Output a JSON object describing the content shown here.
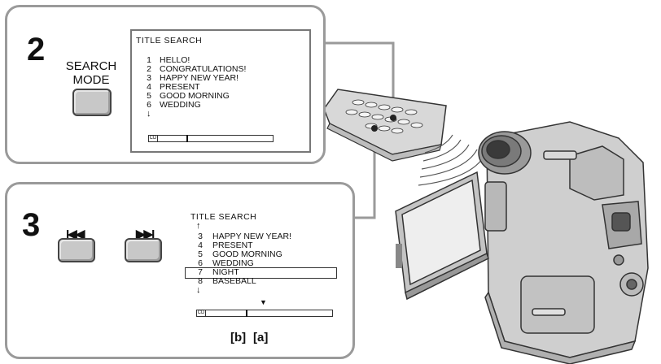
{
  "step2": {
    "number": "2",
    "button_label_line1": "SEARCH",
    "button_label_line2": "MODE",
    "screen": {
      "title": "TITLE SEARCH",
      "items": [
        {
          "num": "1",
          "text": "HELLO!"
        },
        {
          "num": "2",
          "text": "CONGRATULATIONS!"
        },
        {
          "num": "3",
          "text": "HAPPY NEW YEAR!"
        },
        {
          "num": "4",
          "text": "PRESENT"
        },
        {
          "num": "5",
          "text": "GOOD MORNING"
        },
        {
          "num": "6",
          "text": "WEDDING"
        }
      ],
      "more_glyph": "↓",
      "bar_icon": "CD"
    }
  },
  "step3": {
    "number": "3",
    "prev_button_symbol": "I◀◀",
    "next_button_symbol": "▶▶I",
    "screen": {
      "title": "TITLE SEARCH",
      "up_glyph": "↑",
      "items": [
        {
          "num": "3",
          "text": "HAPPY NEW YEAR!"
        },
        {
          "num": "4",
          "text": "PRESENT"
        },
        {
          "num": "5",
          "text": "GOOD MORNING"
        },
        {
          "num": "6",
          "text": "WEDDING"
        },
        {
          "num": "7",
          "text": "NIGHT"
        },
        {
          "num": "8",
          "text": "BASEBALL"
        }
      ],
      "selected_item_num": "7",
      "more_glyph": "↓",
      "bar_icon": "CD",
      "marker_glyph": "▼"
    },
    "callout_b": "[b]",
    "callout_a": "[a]"
  },
  "illustration": {
    "remote": "remote-commander",
    "camcorder": "video-camera-recorder"
  }
}
